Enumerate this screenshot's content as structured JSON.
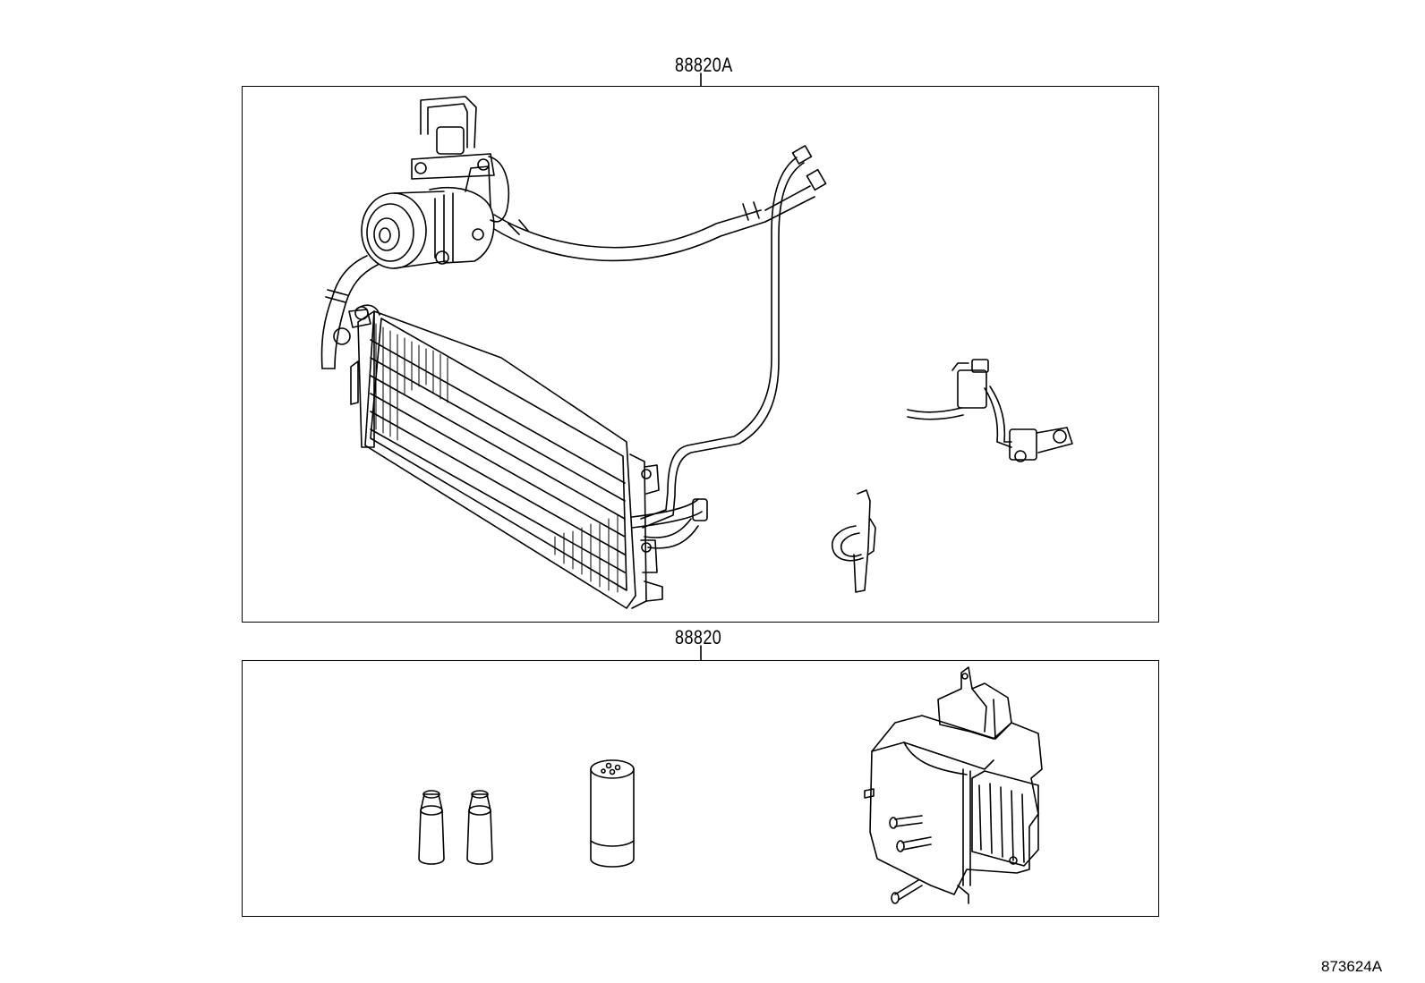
{
  "diagram": {
    "top_group_label": "88820A",
    "bottom_group_label": "88820",
    "reference_code": "873624A",
    "parts": [
      {
        "icon": "ac-compressor-icon"
      },
      {
        "icon": "condenser-icon"
      },
      {
        "icon": "refrigerant-pipe-icon"
      },
      {
        "icon": "pressure-switch-icon"
      },
      {
        "icon": "pipe-clamp-icon"
      },
      {
        "icon": "cap-icon"
      },
      {
        "icon": "receiver-dryer-icon"
      },
      {
        "icon": "evaporator-unit-icon"
      }
    ]
  }
}
